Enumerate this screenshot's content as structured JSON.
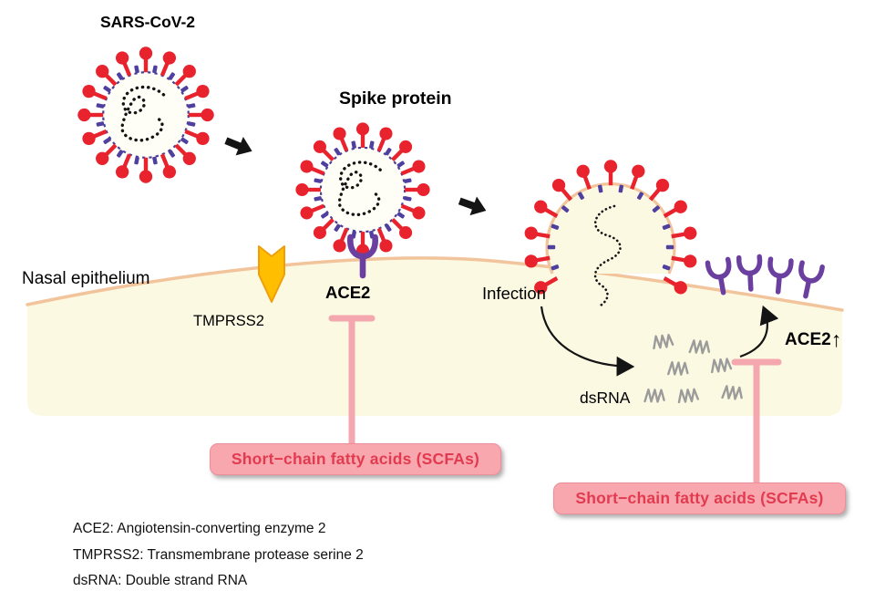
{
  "labels": {
    "virus": "SARS-CoV-2",
    "spike_protein": "Spike protein",
    "nasal_epithelium": "Nasal epithelium",
    "tmprss2": "TMPRSS2",
    "ace2": "ACE2",
    "infection": "Infection",
    "dsrna": "dsRNA",
    "ace2_increased": "ACE2",
    "up_arrow": "↑"
  },
  "inhibitor_boxes": {
    "left": "Short−chain fatty acids (SCFAs)",
    "right": "Short−chain fatty acids (SCFAs)"
  },
  "legend": [
    "ACE2: Angiotensin-converting enzyme 2",
    "TMPRSS2: Transmembrane protease serine 2",
    "dsRNA: Double strand RNA"
  ],
  "colors": {
    "spike_red": "#E8232D",
    "envelope_purple": "#4F3F9E",
    "receptor_purple": "#6B3FA0",
    "membrane_line": "#F2C49C",
    "cytoplasm": "#FCF9E2",
    "tmprss2_yellow": "#FFBF00",
    "inhibitor_pink": "#F5A7B0",
    "scfa_box_fill": "#F8A7AF",
    "scfa_text": "#E23B50",
    "dsrna_gray": "#9B9B9B",
    "arrow_black": "#141414"
  }
}
